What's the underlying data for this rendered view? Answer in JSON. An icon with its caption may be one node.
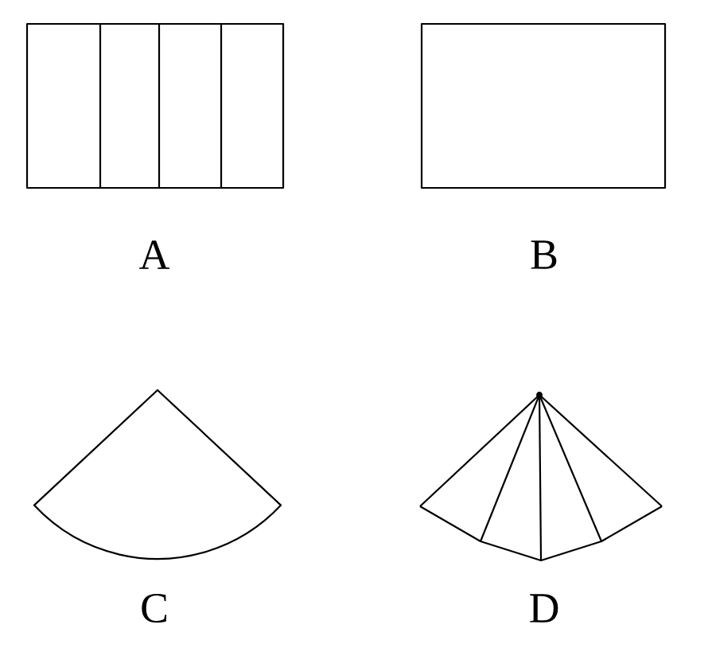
{
  "diagram": {
    "nodes": [
      {
        "text": [],
        "shape": "box",
        "beside": [
          "A"
        ]
      },
      {
        "text": [],
        "shape": "box",
        "beside": [
          "B"
        ]
      },
      {
        "text": [],
        "shape": "sector",
        "beside": [
          "C"
        ]
      },
      {
        "text": [],
        "shape": "fan",
        "beside": [
          "D"
        ]
      }
    ]
  }
}
